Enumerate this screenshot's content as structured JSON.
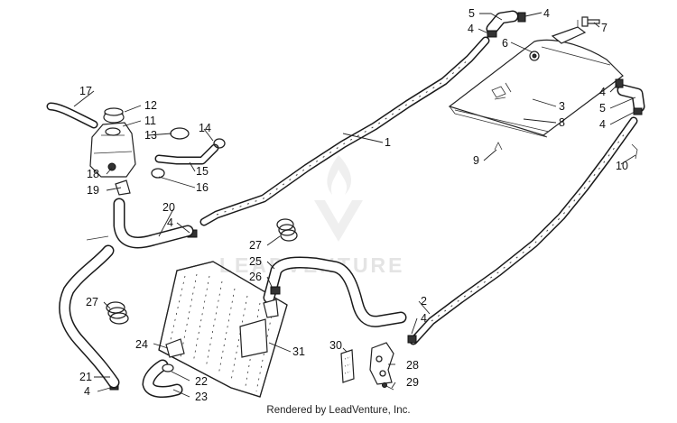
{
  "watermark": {
    "text": "LEADVENTURE",
    "mark": "flame-v-logo"
  },
  "footer": {
    "text": "Rendered by LeadVenture, Inc."
  },
  "callouts": {
    "c1": "1",
    "c2": "2",
    "c3": "3",
    "c4a": "4",
    "c4b": "4",
    "c4c": "4",
    "c4d": "4",
    "c4e": "4",
    "c4f": "4",
    "c4g": "4",
    "c5a": "5",
    "c5b": "5",
    "c6": "6",
    "c7": "7",
    "c8": "8",
    "c9": "9",
    "c10": "10",
    "c11": "11",
    "c12": "12",
    "c13": "13",
    "c14": "14",
    "c15": "15",
    "c16": "16",
    "c17": "17",
    "c18": "18",
    "c19": "19",
    "c20": "20",
    "c21": "21",
    "c22": "22",
    "c23": "23",
    "c24": "24",
    "c25": "25",
    "c26": "26",
    "c27a": "27",
    "c27b": "27",
    "c28": "28",
    "c29": "29",
    "c30": "30",
    "c31": "31"
  }
}
